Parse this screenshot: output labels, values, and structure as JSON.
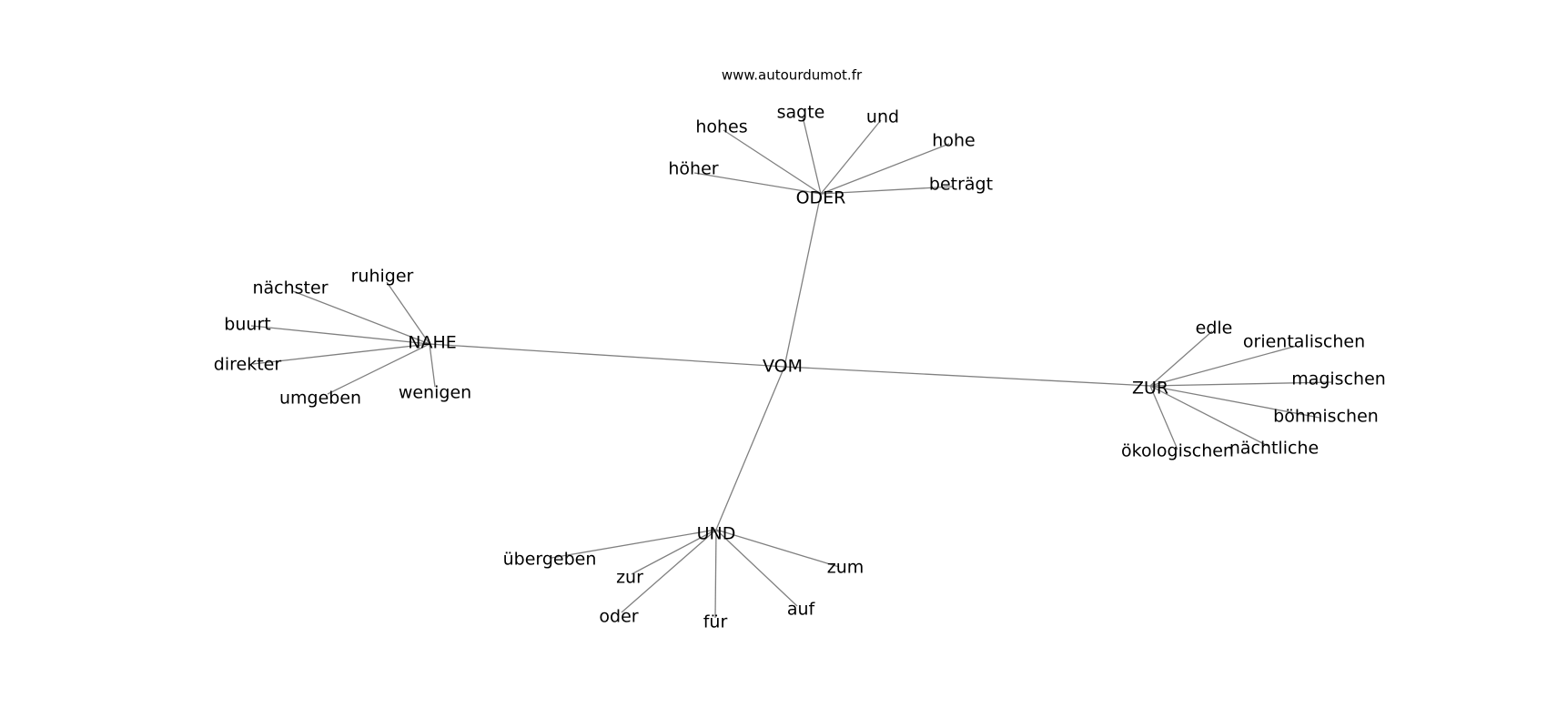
{
  "site": "www.autourdumot.fr",
  "center": "VOM",
  "hubs": [
    {
      "word": "ODER",
      "leaves": [
        "höher",
        "hohes",
        "sagte",
        "und",
        "hohe",
        "beträgt"
      ]
    },
    {
      "word": "NAHE",
      "leaves": [
        "ruhiger",
        "nächster",
        "buurt",
        "direkter",
        "umgeben",
        "wenigen"
      ]
    },
    {
      "word": "ZUR",
      "leaves": [
        "edle",
        "orientalischen",
        "magischen",
        "böhmischen",
        "nächtliche",
        "ökologischen"
      ]
    },
    {
      "word": "UND",
      "leaves": [
        "übergeben",
        "zur",
        "oder",
        "für",
        "auf",
        "zum"
      ]
    }
  ]
}
